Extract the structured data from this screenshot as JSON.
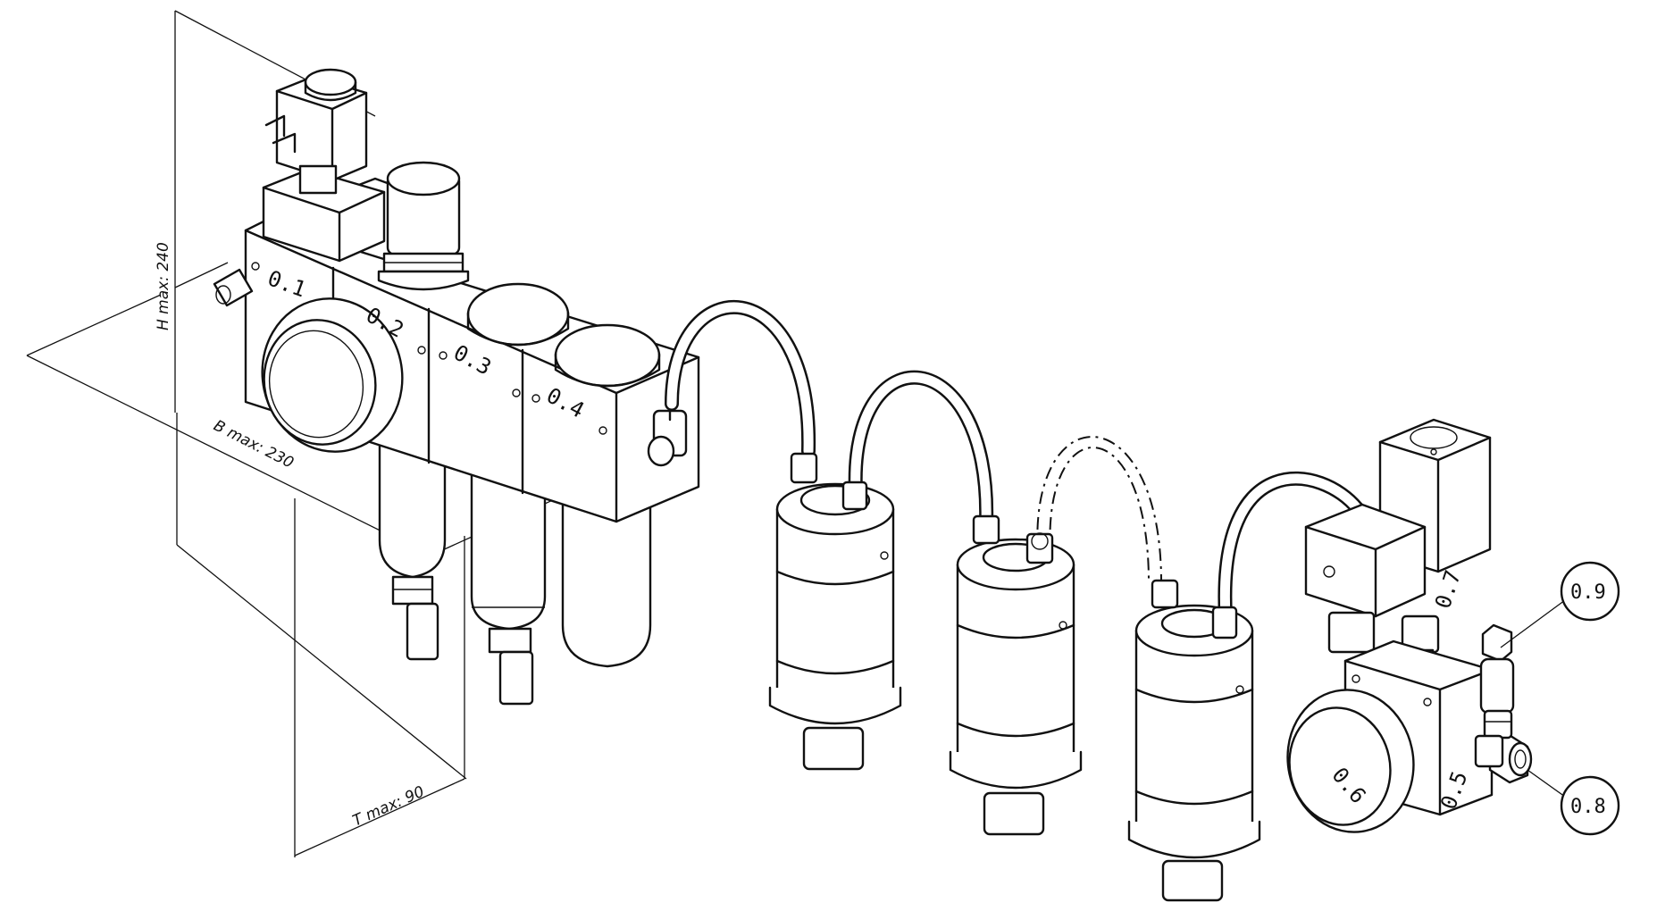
{
  "dimensions": {
    "height": "H max: 240",
    "width": "B max: 230",
    "depth": "T max: 90"
  },
  "labels": {
    "m01": "0.1",
    "m02": "0.2",
    "m03": "0.3",
    "m04": "0.4",
    "m05": "0.5",
    "m06": "0.6",
    "m07": "0.7"
  },
  "callouts": {
    "c08": "0.8",
    "c09": "0.9"
  }
}
